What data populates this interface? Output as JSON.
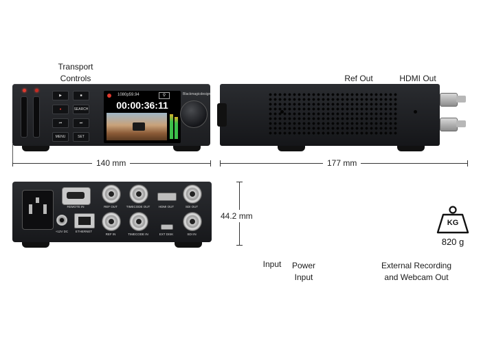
{
  "labels": {
    "transport_controls": "Transport\nControls",
    "ref_out": "Ref Out",
    "hdmi_out": "HDMI Out",
    "input": "Input",
    "power_input": "Power\nInput",
    "external_recording": "External Recording\nand Webcam Out"
  },
  "dimensions": {
    "width": "140 mm",
    "depth": "177 mm",
    "height": "44.2 mm"
  },
  "weight": {
    "icon_text": "KG",
    "value": "820 g"
  },
  "front_screen": {
    "format": "1080p59.94",
    "timecode": "00:00:36:11"
  },
  "front_buttons": [
    "SEARCH",
    "MENU",
    "SET"
  ],
  "rear_labels": {
    "remote_in": "REMOTE IN",
    "ref_out": "REF OUT",
    "timecode_out": "TIMECODE OUT",
    "hdmi_out": "HDMI OUT",
    "sdi_out": "SDI OUT",
    "dc": "+12V DC",
    "ethernet": "ETHERNET",
    "ref_in": "REF IN",
    "timecode_in": "TIMECODE IN",
    "ext_disk": "EXT DISK",
    "sdi_in": "SDI IN"
  },
  "brand_logo": "Blackmagicdesign",
  "colors": {
    "led_red": "#e03a2e",
    "meter_green": "#3cc04a"
  }
}
